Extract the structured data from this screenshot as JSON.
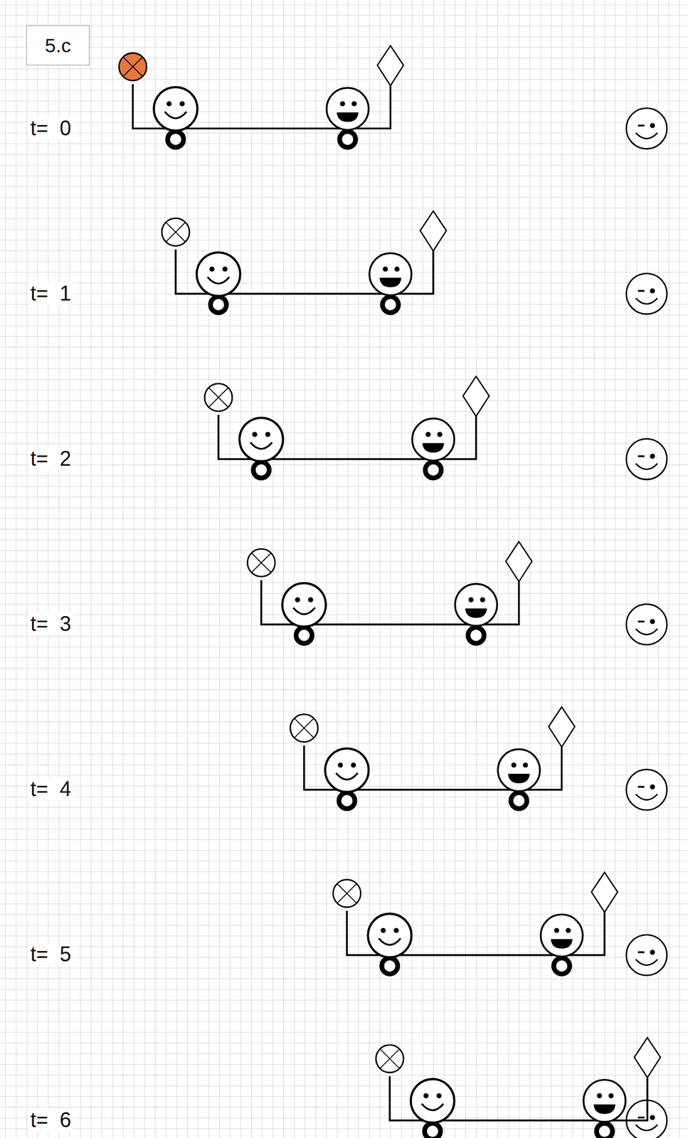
{
  "diagram": {
    "nodes": [
      {
        "text": [
          "5.c"
        ]
      }
    ],
    "labels": [
      "t=  0",
      "t=  1",
      "t=  2",
      "t=  3",
      "t=  4",
      "t=  5",
      "t=  6"
    ]
  }
}
